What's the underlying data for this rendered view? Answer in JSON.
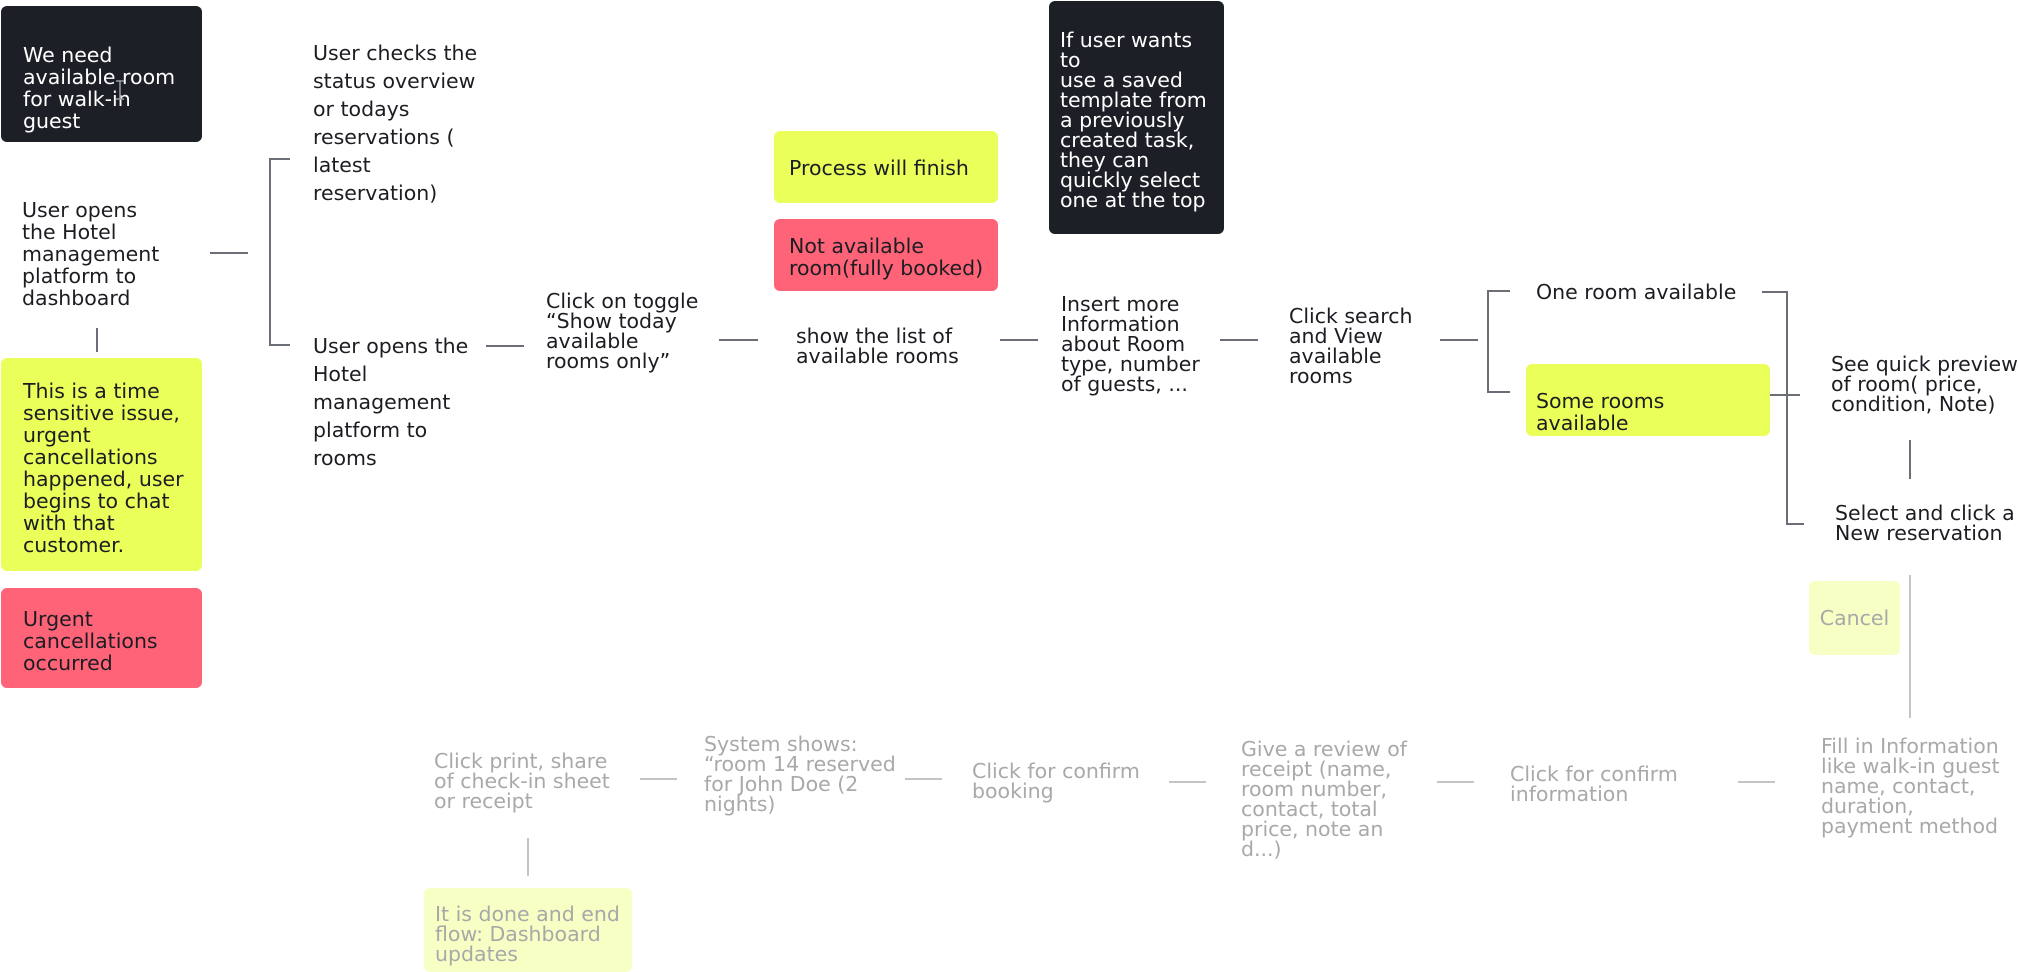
{
  "cards": {
    "walk_in_need": "We need\navailable room\nfor walk-in guest",
    "time_sensitive": "This is a time\nsensitive issue,\nurgent\ncancellations\nhappened, user\nbegins to chat\nwith that\ncustomer.",
    "urgent_cancellations": "Urgent\ncancellations\noccurred",
    "process_finish": "Process will finish",
    "not_available": "Not available\nroom(fully booked)",
    "saved_template": "If user wants to\nuse a saved\ntemplate from\na previously\ncreated task,\nthey can\nquickly select\none at the top",
    "some_rooms": "Some rooms available",
    "cancel": "Cancel",
    "done": "It is done and end\nflow: Dashboard\nupdates"
  },
  "steps": {
    "open_dashboard": "User opens\nthe Hotel\nmanagement\nplatform to\ndashboard",
    "check_status": "User checks the\nstatus overview\nor todays\nreservations  (\nlatest\nreservation)",
    "open_rooms": "User opens the\nHotel\nmanagement\nplatform to\nrooms",
    "toggle": "Click on toggle\n“Show today\navailable\nrooms only”",
    "show_list": "show the list of\navailable rooms",
    "insert_info": "Insert more\nInformation\nabout Room\ntype, number\nof guests, ...",
    "search": "Click search\nand View\navailable\nrooms",
    "one_room": "One room available",
    "quick_preview": "See quick preview\nof  room( price,\ncondition, Note)",
    "select_new": "Select and click a\nNew reservation",
    "fill_info": "Fill in Information\nlike walk-in guest\nname, contact,\nduration,\npayment method",
    "confirm_info": "Click for confirm\ninformation",
    "review_receipt": "Give a review of\nreceipt (name,\nroom number,\ncontact, total\nprice, note an\nd...)",
    "confirm_booking": "Click for confirm\nbooking",
    "system_shows": "System shows:\n“room 14 reserved\nfor John Doe (2\nnights)",
    "print_share": "Click print, share\nof check-in sheet\nor receipt"
  },
  "colors": {
    "dark": "#1d1f26",
    "yellow": "#eaff5a",
    "red": "#fe6378",
    "faded_yellow": "#f7ffc4",
    "arrow": "#6b6e76",
    "faded_arrow": "#c4c4c4"
  },
  "icons": {
    "cursor": "text-cursor-icon"
  }
}
